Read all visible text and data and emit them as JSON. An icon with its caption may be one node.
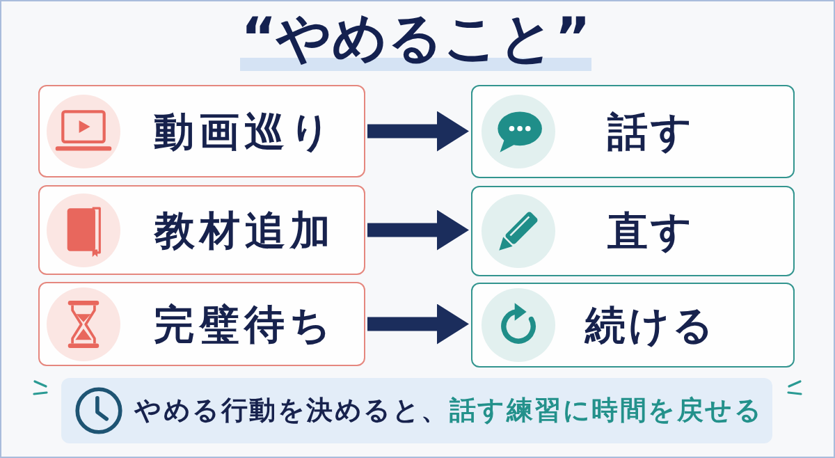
{
  "diagram": {
    "title": "“やめること”",
    "nodes": [
      {
        "text": [
          "動画巡り"
        ]
      },
      {
        "text": [
          "話す"
        ]
      },
      {
        "text": [
          "教材追加"
        ]
      },
      {
        "text": [
          "直す"
        ]
      },
      {
        "text": [
          "完璧待ち"
        ]
      },
      {
        "text": [
          "続ける"
        ]
      },
      {
        "text": [
          "やめる行動を決めると、",
          "話す練習に時間を戻せる"
        ]
      }
    ],
    "edges": [
      {
        "from": 0,
        "to": 1,
        "arrow": "to"
      },
      {
        "from": 2,
        "to": 3,
        "arrow": "to"
      },
      {
        "from": 4,
        "to": 5,
        "arrow": "to"
      }
    ]
  }
}
